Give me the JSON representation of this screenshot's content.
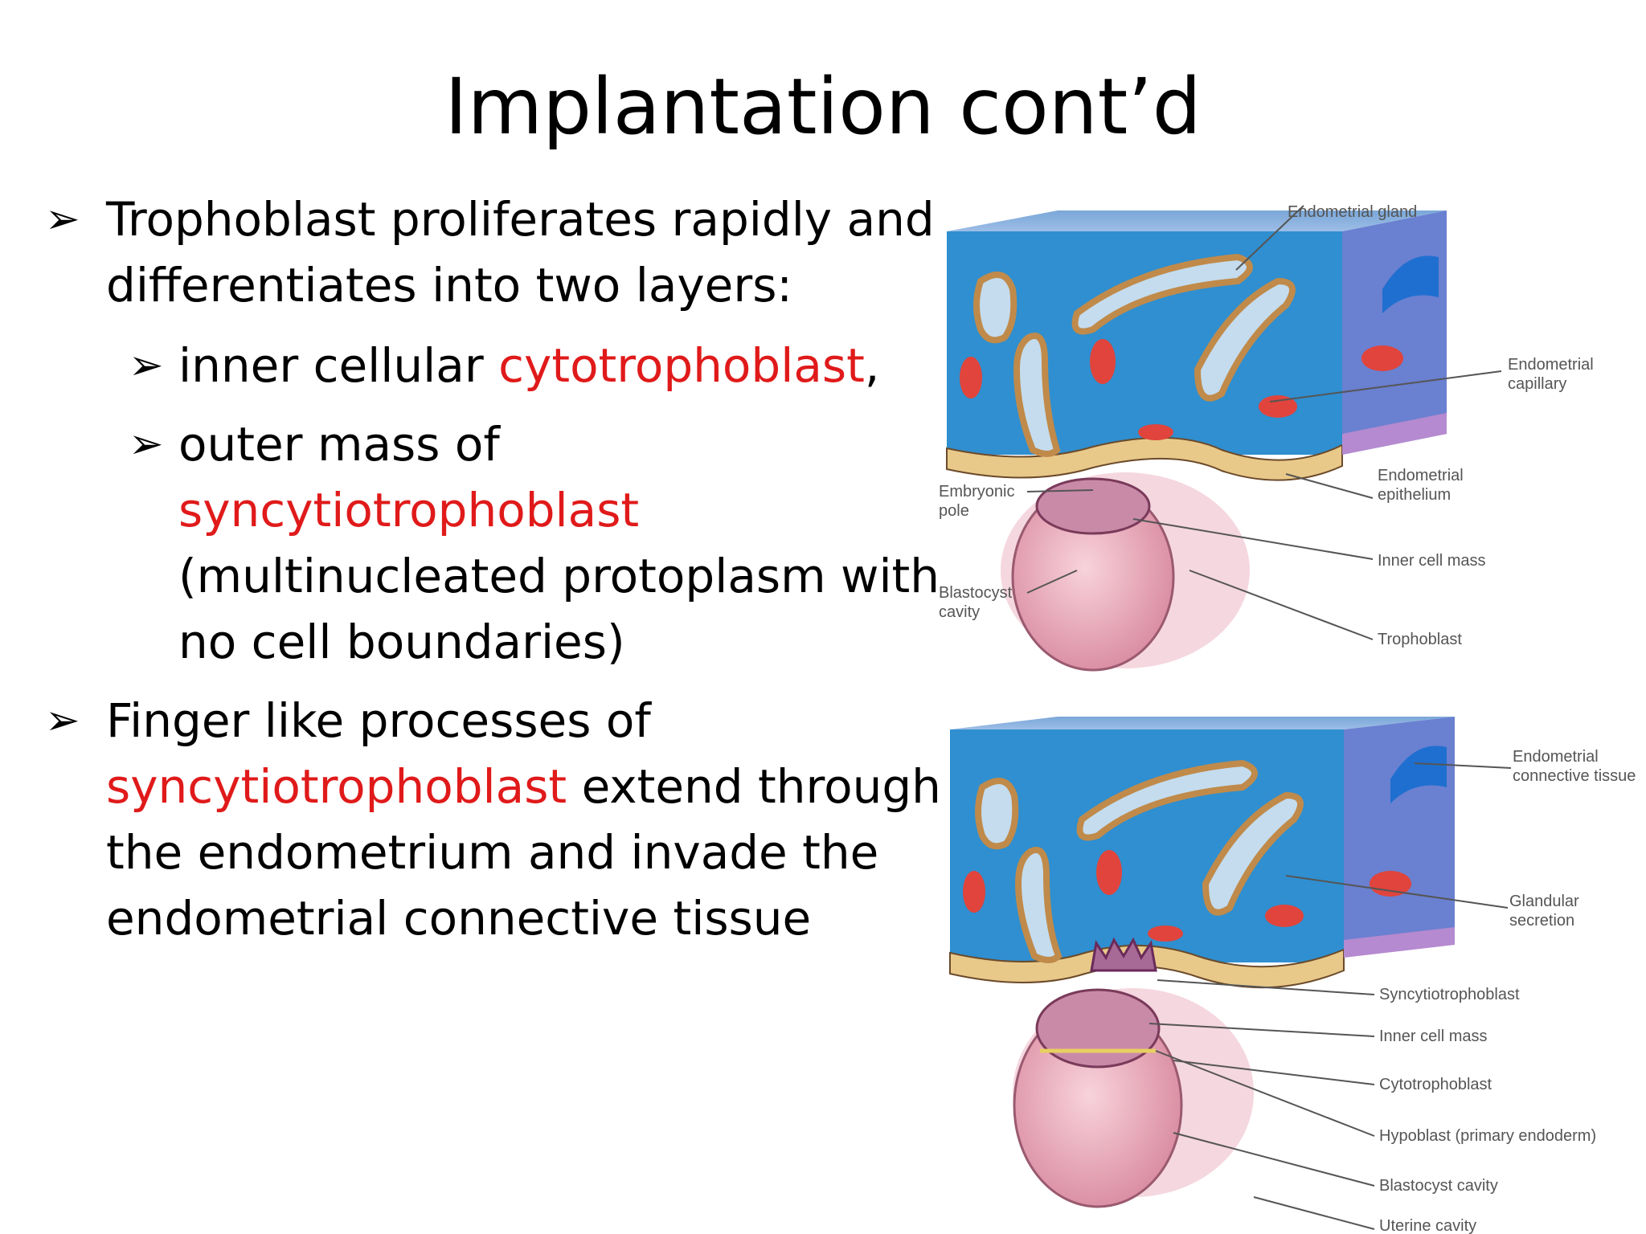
{
  "slide": {
    "title": "Implantation cont’d",
    "bullet1": {
      "line1": "Trophoblast proliferates rapidly and",
      "line2": "differentiates into two layers:",
      "sub1_pre": "inner cellular ",
      "sub1_red": "cytotrophoblast",
      "sub1_post": ",",
      "sub2_line1": "outer mass of",
      "sub2_red": "syncytiotrophoblast",
      "sub2_line3": "(multinucleated protoplasm with",
      "sub2_line4": "no cell boundaries)"
    },
    "bullet2": {
      "line1": "Finger like processes of",
      "line2_red": "syncytiotrophoblast",
      "line2_post": " extend through",
      "line3": "the endometrium and invade the",
      "line4": "endometrial connective tissue"
    },
    "bullet_glyph": "➢"
  },
  "figure1": {
    "labels": {
      "gland": "Endometrial gland",
      "capillary_1": "Endometrial",
      "capillary_2": "capillary",
      "epithelium_1": "Endometrial",
      "epithelium_2": "epithelium",
      "embryonic_1": "Embryonic",
      "embryonic_2": "pole",
      "inner_cell_mass": "Inner cell mass",
      "blastocyst_1": "Blastocyst",
      "blastocyst_2": "cavity",
      "trophoblast": "Trophoblast"
    }
  },
  "figure2": {
    "labels": {
      "connective_1": "Endometrial",
      "connective_2": "connective tissue",
      "glandular_1": "Glandular",
      "glandular_2": "secretion",
      "syncytio": "Syncytiotrophoblast",
      "inner_cell_mass": "Inner cell mass",
      "cytotrophoblast": "Cytotrophoblast",
      "hypoblast": "Hypoblast (primary endoderm)",
      "blastocyst": "Blastocyst cavity",
      "uterine": "Uterine cavity"
    }
  },
  "colors": {
    "text": "#000000",
    "highlight": "#e01a1a",
    "tissue_blue": "#2f8fd0",
    "side_violet": "#6a80d0",
    "blastocyst_pink": "#e9a7b7"
  }
}
